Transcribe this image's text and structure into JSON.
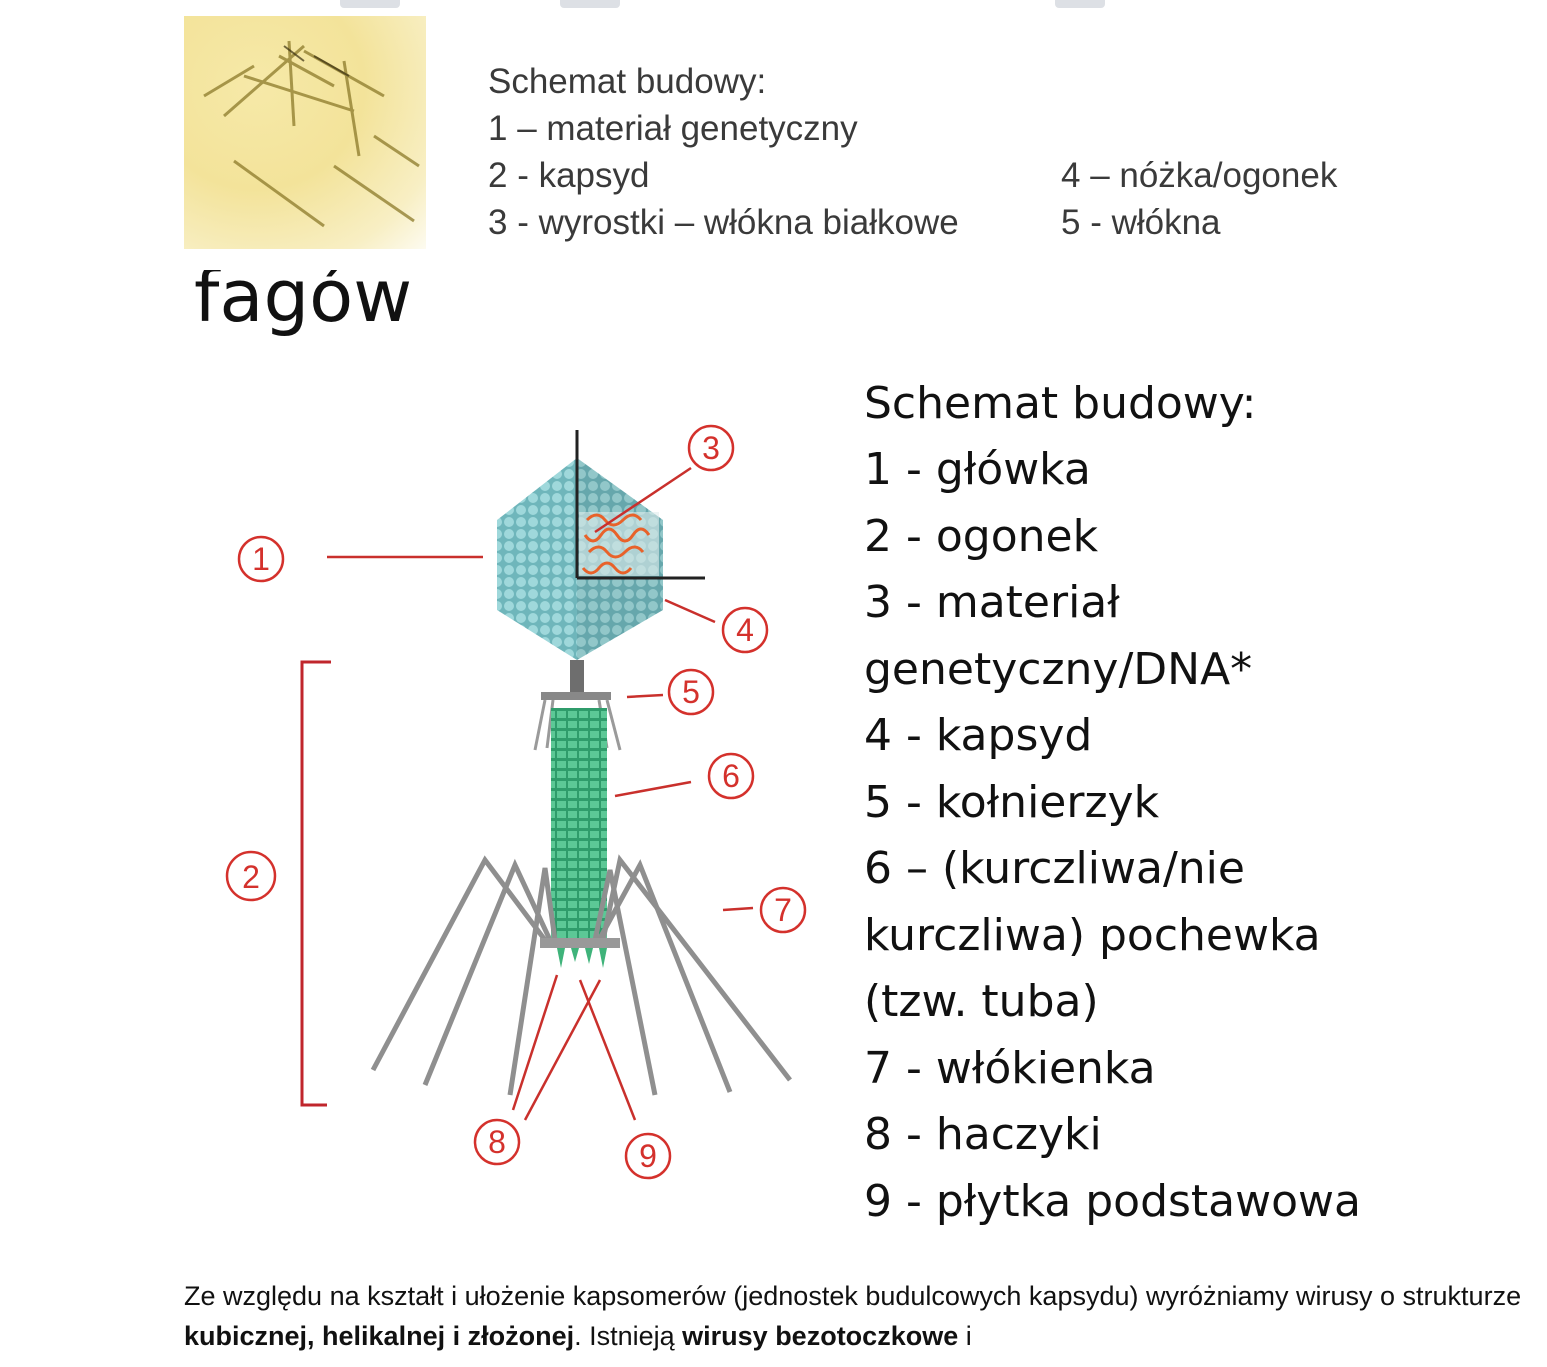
{
  "top_legend": {
    "title": "Schemat budowy:",
    "item1": "1 – materiał genetyczny",
    "item2": "2 - kapsyd",
    "item3": "3 - wyrostki – włókna białkowe",
    "item4": "4 – nóżka/ogonek",
    "item5": "5 - włókna"
  },
  "cut_heading": "fagów",
  "diagram": {
    "callouts": [
      "1",
      "2",
      "3",
      "4",
      "5",
      "6",
      "7",
      "8",
      "9"
    ],
    "colors": {
      "callout": "#d4312c",
      "capsid": "#7cc4c8",
      "sheath": "#46b884",
      "fibers": "#8f8f8f",
      "dna": "#e8622a"
    }
  },
  "main_legend": {
    "title": "Schemat budowy:",
    "lines": [
      "1 - główka",
      "2 - ogonek",
      "3 - materiał",
      "genetyczny/DNA*",
      "4 - kapsyd",
      "5 - kołnierzyk",
      "6 – (kurczliwa/nie",
      "kurczliwa) pochewka",
      "(tzw. tuba)",
      "7 - włókienka",
      "8 - haczyki",
      "9 - płytka podstawowa"
    ]
  },
  "footer": {
    "t1": "Ze względu na kształt i ułożenie kapsomerów (jednostek budulcowych kapsydu) wyróżniamy wirusy o strukturze ",
    "b1": "kubicznej, helikalnej i złożonej",
    "t2": ". Istnieją ",
    "b2": "wirusy bezotoczkowe",
    "t3": " i"
  }
}
